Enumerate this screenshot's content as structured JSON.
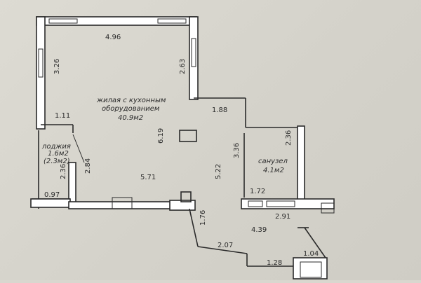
{
  "rooms": {
    "living": {
      "line1": "жилая с кухонным",
      "line2": "оборудованием",
      "area": "40.9м2"
    },
    "loggia": {
      "name": "лоджия",
      "area": "1.6м2",
      "area_alt": "(2.3м2)"
    },
    "bathroom": {
      "name": "санузел",
      "area": "4.1м2"
    }
  },
  "dimensions": {
    "top": "4.96",
    "left_upper": "3.26",
    "right_upper": "2.63",
    "left_small": "1.11",
    "step": "1.88",
    "center": "6.19",
    "loggia_diag": "2.84",
    "bath_left": "3.36",
    "bath_right": "2.36",
    "loggia_left": "2.36",
    "loggia_bottom": "0.97",
    "living_bottom": "5.71",
    "center_low": "5.22",
    "bath_bottom": "1.72",
    "hall_right": "2.91",
    "hall_left": "1.76",
    "hall_area": "4.39",
    "hall_bottom": "2.07",
    "entry": "1.28",
    "corner": "1.04"
  }
}
